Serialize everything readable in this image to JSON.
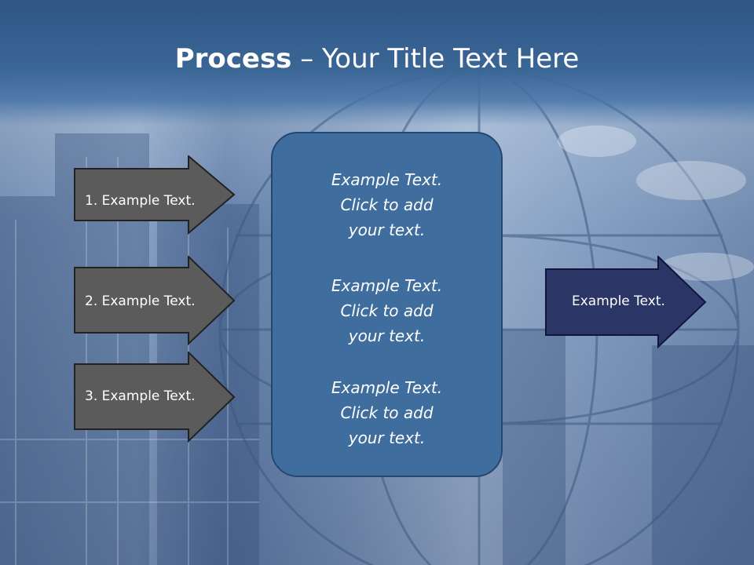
{
  "slide": {
    "title_bold": "Process",
    "title_rest": " – Your Title Text Here"
  },
  "inputs": [
    {
      "label": "1. Example Text."
    },
    {
      "label": "2. Example Text."
    },
    {
      "label": "3. Example Text."
    }
  ],
  "center": {
    "blocks": [
      {
        "line1": "Example Text.",
        "line2": "Click  to add",
        "line3": "your text."
      },
      {
        "line1": "Example Text.",
        "line2": "Click  to add",
        "line3": "your text."
      },
      {
        "line1": "Example Text.",
        "line2": "Click  to add",
        "line3": "your text."
      }
    ]
  },
  "output": {
    "label": "Example Text."
  },
  "colors": {
    "title_band": "#2f5685",
    "input_arrow": "#5b5b5b",
    "center_box": "#3f6e9e",
    "output_arrow": "#2b3566"
  }
}
